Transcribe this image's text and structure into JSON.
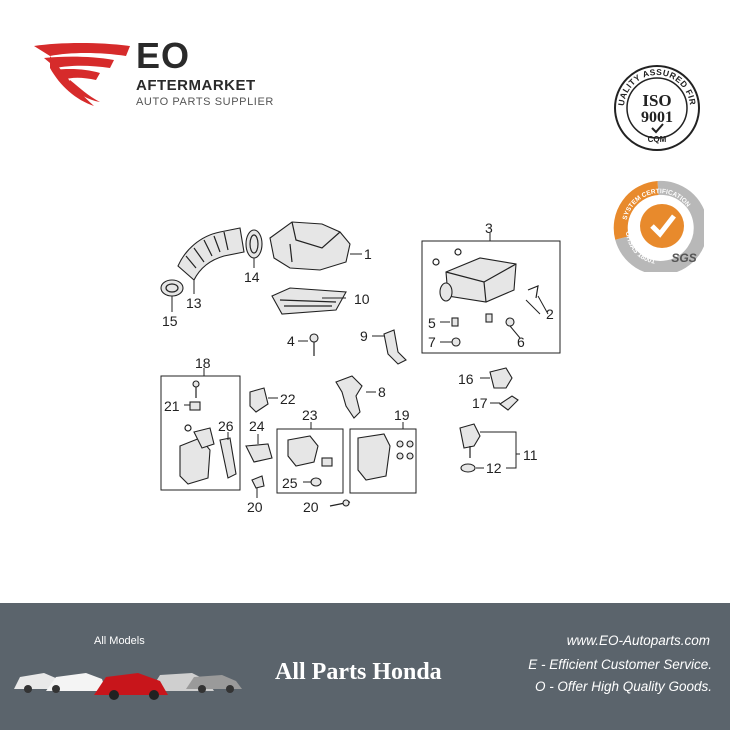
{
  "brand": {
    "name": "EO",
    "line1": "AFTERMARKET",
    "line2": "AUTO PARTS SUPPLIER",
    "accent_color": "#d62b2b"
  },
  "badges": {
    "iso": {
      "ring_text": "QUALITY ASSURED FIRM",
      "main": "ISO",
      "number": "9001",
      "sub": "CQM"
    },
    "sgs": {
      "ring_text": "SYSTEM CERTIFICATION",
      "side": "OHSAS 18001",
      "mark": "SGS"
    }
  },
  "callouts": [
    "1",
    "2",
    "3",
    "4",
    "5",
    "6",
    "7",
    "8",
    "9",
    "10",
    "11",
    "12",
    "13",
    "14",
    "15",
    "16",
    "17",
    "18",
    "19",
    "20",
    "20",
    "21",
    "22",
    "23",
    "24",
    "25",
    "26"
  ],
  "footer": {
    "all_models": "All Models",
    "title": "All Parts Honda",
    "website": "www.EO-Autoparts.com",
    "tagline_e": "E - Efficient Customer Service.",
    "tagline_o": "O - Offer High Quality Goods.",
    "bg_color": "#5b646c"
  }
}
